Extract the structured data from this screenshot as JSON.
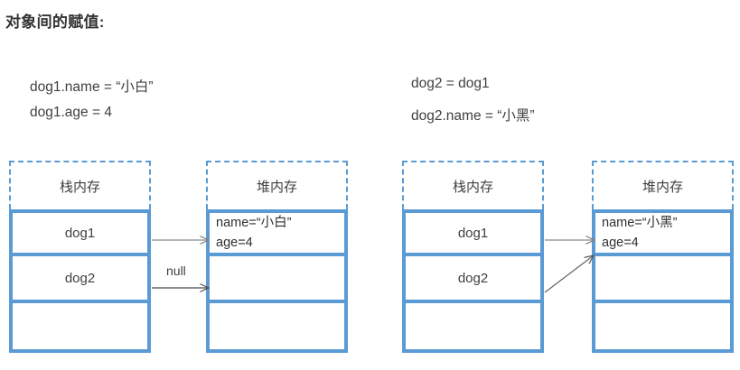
{
  "title": "对象间的赋值:",
  "code": {
    "left": [
      "dog1.name = “小白”",
      "dog1.age = 4"
    ],
    "right": [
      "dog2 = dog1",
      "dog2.name = “小黑”"
    ]
  },
  "colors": {
    "box_blue": "#5B9BD5",
    "text": "#3f3f3f",
    "arrow": "#7f7f7f",
    "background": "#ffffff"
  },
  "diagrams": [
    {
      "id": "before",
      "stack": {
        "header": "栈内存",
        "cells": [
          "dog1",
          "dog2",
          ""
        ]
      },
      "heap": {
        "header": "堆内存",
        "cells": [
          {
            "lines": [
              "name=“小白”",
              "age=4"
            ]
          },
          {
            "lines": []
          },
          {
            "lines": []
          }
        ]
      },
      "arrows": [
        {
          "name": "dog1-to-object",
          "label": ""
        },
        {
          "name": "dog2-to-empty",
          "label": "null"
        }
      ]
    },
    {
      "id": "after",
      "stack": {
        "header": "栈内存",
        "cells": [
          "dog1",
          "dog2",
          ""
        ]
      },
      "heap": {
        "header": "堆内存",
        "cells": [
          {
            "lines": [
              "name=“小黑”",
              "age=4"
            ]
          },
          {
            "lines": []
          },
          {
            "lines": []
          }
        ]
      },
      "arrows": [
        {
          "name": "dog1-to-object",
          "label": ""
        },
        {
          "name": "dog2-to-object",
          "label": ""
        }
      ]
    }
  ],
  "labels": {
    "null": "null"
  }
}
